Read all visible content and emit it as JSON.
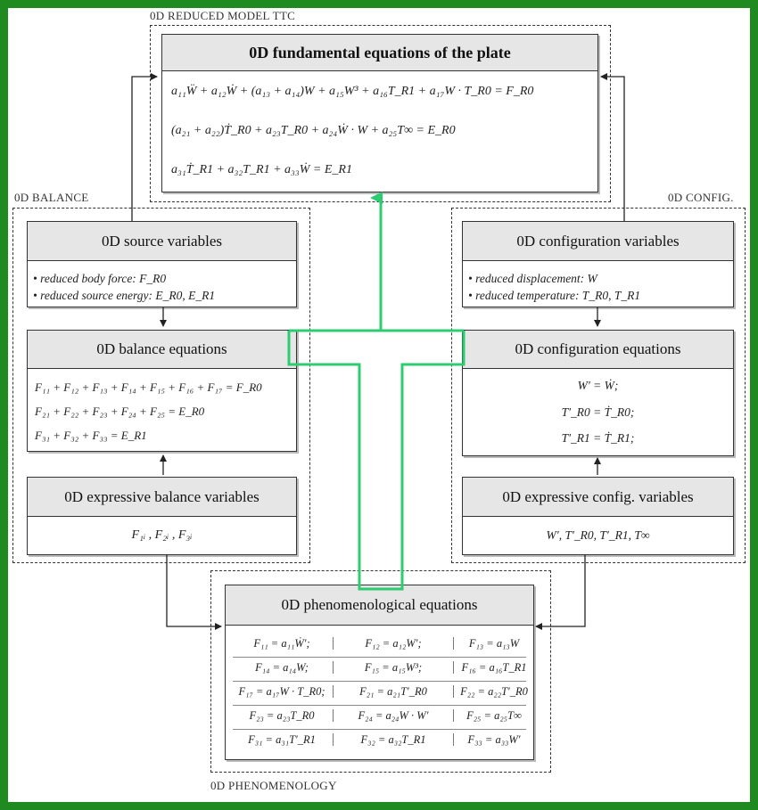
{
  "groups": {
    "reduced_model": "0D REDUCED MODEL TTC",
    "balance": "0D BALANCE",
    "config": "0D CONFIG.",
    "phenomenology": "0D PHENOMENOLOGY"
  },
  "fundamental": {
    "title": "0D fundamental equations of the plate",
    "eq1": "a₁₁Ẅ + a₁₂Ẇ + (a₁₃ + a₁₄)W + a₁₅W³ + a₁₆T_R1 + a₁₇W · T_R0 = F_R0",
    "eq2": "(a₂₁ + a₂₂)Ṫ_R0 + a₂₃T_R0 + a₂₄Ẇ · W + a₂₅T∞ = E_R0",
    "eq3": "a₃₁Ṫ_R1 + a₃₂T_R1 + a₃₃Ẇ = E_R1"
  },
  "source": {
    "title": "0D source variables",
    "items": [
      "• reduced body force: F_R0",
      "• reduced source energy: E_R0, E_R1"
    ]
  },
  "balance_eq": {
    "title": "0D balance equations",
    "eq1": "F₁₁ + F₁₂ + F₁₃ + F₁₄ + F₁₅ + F₁₆ + F₁₇ = F_R0",
    "eq2": "F₂₁ + F₂₂ + F₂₃ + F₂₄ + F₂₅ = E_R0",
    "eq3": "F₃₁ + F₃₂ + F₃₃ = E_R1"
  },
  "expr_balance": {
    "title": "0D expressive balance variables",
    "vars": "F₁ᵢ ,     F₂ᵢ ,     F₃ᵢ"
  },
  "config_vars": {
    "title": "0D configuration variables",
    "items": [
      "• reduced displacement:  W",
      "• reduced temperature: T_R0, T_R1"
    ]
  },
  "config_eq": {
    "title": "0D configuration equations",
    "eq1": "W′ = Ẇ;",
    "eq2": "T′_R0 = Ṫ_R0;",
    "eq3": "T′_R1 = Ṫ_R1;"
  },
  "expr_config": {
    "title": "0D expressive config. variables",
    "vars": "W′,     T′_R0,     T′_R1,     T∞"
  },
  "phenom": {
    "title": "0D phenomenological equations",
    "rows": [
      [
        "F₁₁ = a₁₁Ẇ′;",
        "F₁₂ = a₁₂W′;",
        "F₁₃ = a₁₃W"
      ],
      [
        "F₁₄ = a₁₄W;",
        "F₁₅ = a₁₅W³;",
        "F₁₆ = a₁₆T_R1"
      ],
      [
        "F₁₇ = a₁₇W · T_R0;",
        "F₂₁ = a₂₁T′_R0",
        "F₂₂ = a₂₂T′_R0"
      ],
      [
        "F₂₃ = a₂₃T_R0",
        "F₂₄ = a₂₄W · W′",
        "F₂₅ = a₂₅T∞"
      ],
      [
        "F₃₁ = a₃₁T′_R1",
        "F₃₂ = a₃₂T_R1",
        "F₃₃ = a₃₃W′"
      ]
    ]
  },
  "colors": {
    "border": "#1f8a1f",
    "highlight": "#2ecc71",
    "header": "#e6e6e6"
  }
}
